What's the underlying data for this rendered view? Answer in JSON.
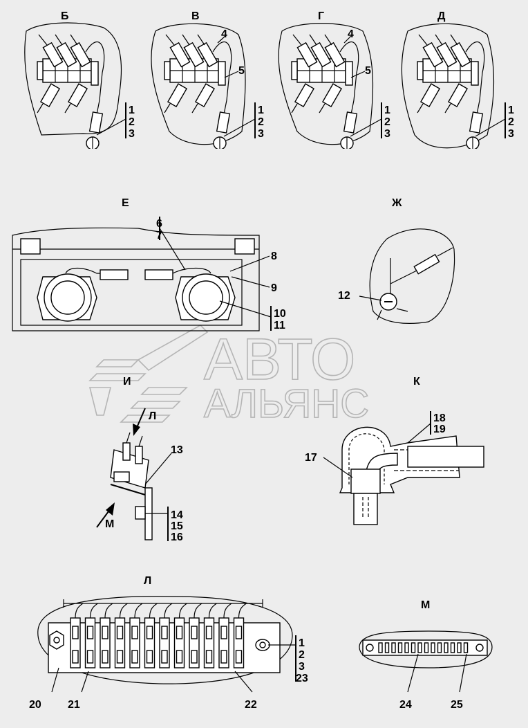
{
  "views": {
    "b": "Б",
    "v": "В",
    "g": "Г",
    "d": "Д",
    "e": "Е",
    "zh": "Ж",
    "i": "И",
    "k": "К",
    "l": "Л",
    "m": "М"
  },
  "arrows": {
    "l": "Л",
    "m": "М"
  },
  "callouts": {
    "b": [
      "1",
      "2",
      "3"
    ],
    "v": [
      "4",
      "5",
      "1",
      "2",
      "3"
    ],
    "g": [
      "4",
      "5",
      "1",
      "2",
      "3"
    ],
    "d": [
      "1",
      "2",
      "3"
    ],
    "e": [
      "6",
      "7",
      "8",
      "9",
      "10",
      "11"
    ],
    "zh": [
      "12"
    ],
    "i": [
      "13",
      "14",
      "15",
      "16"
    ],
    "k": [
      "17",
      "18",
      "19"
    ],
    "l": [
      "20",
      "21",
      "22",
      "1",
      "2",
      "3",
      "23"
    ],
    "m": [
      "24",
      "25"
    ]
  },
  "watermark": {
    "line1": "АВТО",
    "line2": "АЛЬЯНС"
  }
}
